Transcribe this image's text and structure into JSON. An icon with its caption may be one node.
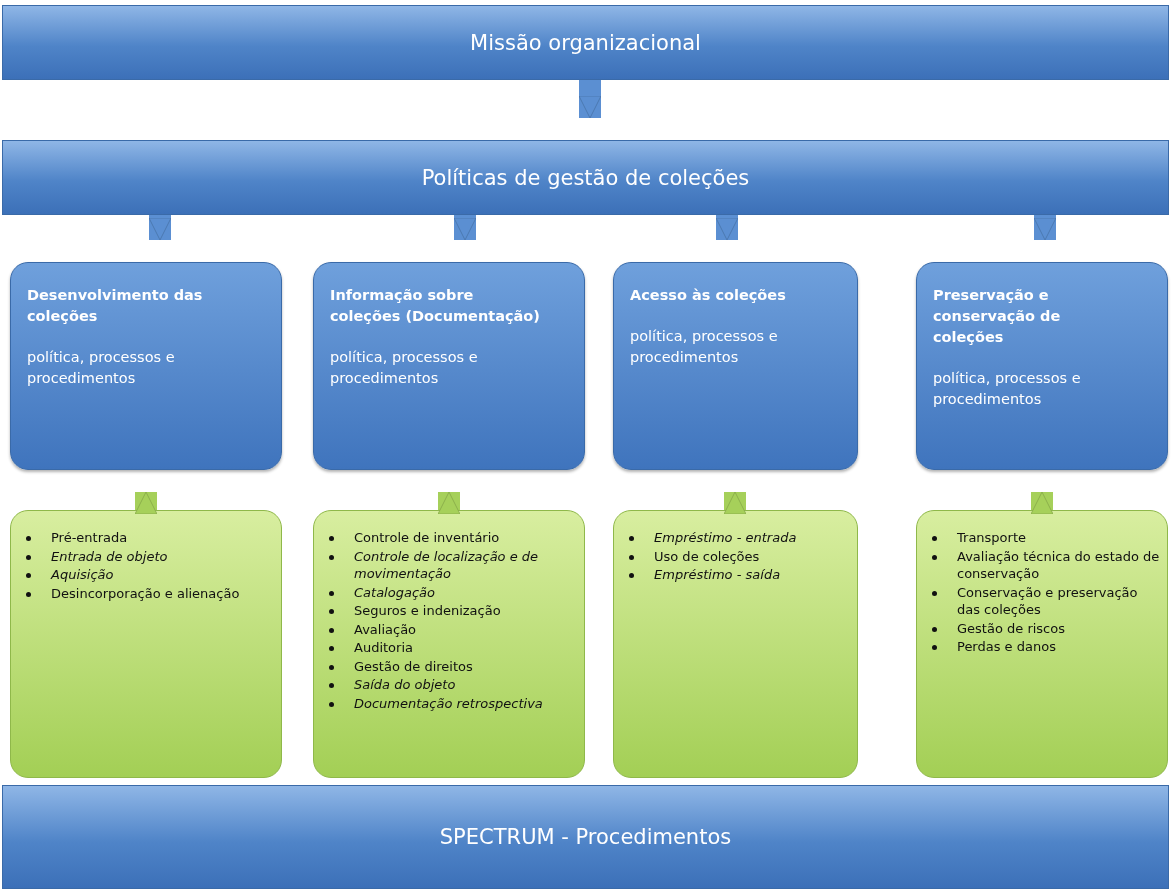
{
  "diagram": {
    "nodes": [
      {
        "text": [
          "Missão organizacional"
        ]
      },
      {
        "text": [
          "Políticas de gestão de coleções"
        ]
      },
      {
        "text": [
          "Desenvolvimento das coleções",
          "política, processos e procedimentos"
        ]
      },
      {
        "text": [
          "Informação sobre coleções (Documentação)",
          "política, processos e procedimentos"
        ]
      },
      {
        "text": [
          "Acesso às coleções",
          "política, processos e procedimentos"
        ]
      },
      {
        "text": [
          "Preservação e conservação de coleções",
          "política, processos e procedimentos"
        ]
      },
      {
        "text": [
          "Pré-entrada",
          "*Entrada de objeto*",
          "*Aquisição*",
          "Desincorporação e alienação"
        ]
      },
      {
        "text": [
          "Controle de inventário",
          "*Controle de localização e de movimentação*",
          "*Catalogação*",
          "Seguros e indenização",
          "Avaliação",
          "Auditoria",
          "Gestão de direitos",
          "*Saída do objeto*",
          "*Documentação retrospectiva*"
        ]
      },
      {
        "text": [
          "*Empréstimo - entrada*",
          "Uso de coleções",
          "*Empréstimo - saída*"
        ]
      },
      {
        "text": [
          "Transporte",
          "Avaliação técnica do estado de conservação",
          "Conservação e preservação das coleções",
          "Gestão de riscos",
          "Perdas e danos"
        ]
      },
      {
        "text": [
          "SPECTRUM - Procedimentos"
        ]
      }
    ],
    "edges": [
      {
        "from": 0,
        "to": 1,
        "arrow": "to"
      },
      {
        "from": 1,
        "to": 2,
        "arrow": "to"
      },
      {
        "from": 1,
        "to": 3,
        "arrow": "to"
      },
      {
        "from": 1,
        "to": 4,
        "arrow": "to"
      },
      {
        "from": 1,
        "to": 5,
        "arrow": "to"
      },
      {
        "from": 6,
        "to": 2,
        "arrow": "to",
        "color": "#a6d05a"
      },
      {
        "from": 7,
        "to": 3,
        "arrow": "to",
        "color": "#a6d05a"
      },
      {
        "from": 8,
        "to": 4,
        "arrow": "to",
        "color": "#a6d05a"
      },
      {
        "from": 9,
        "to": 5,
        "arrow": "to",
        "color": "#a6d05a"
      }
    ]
  }
}
